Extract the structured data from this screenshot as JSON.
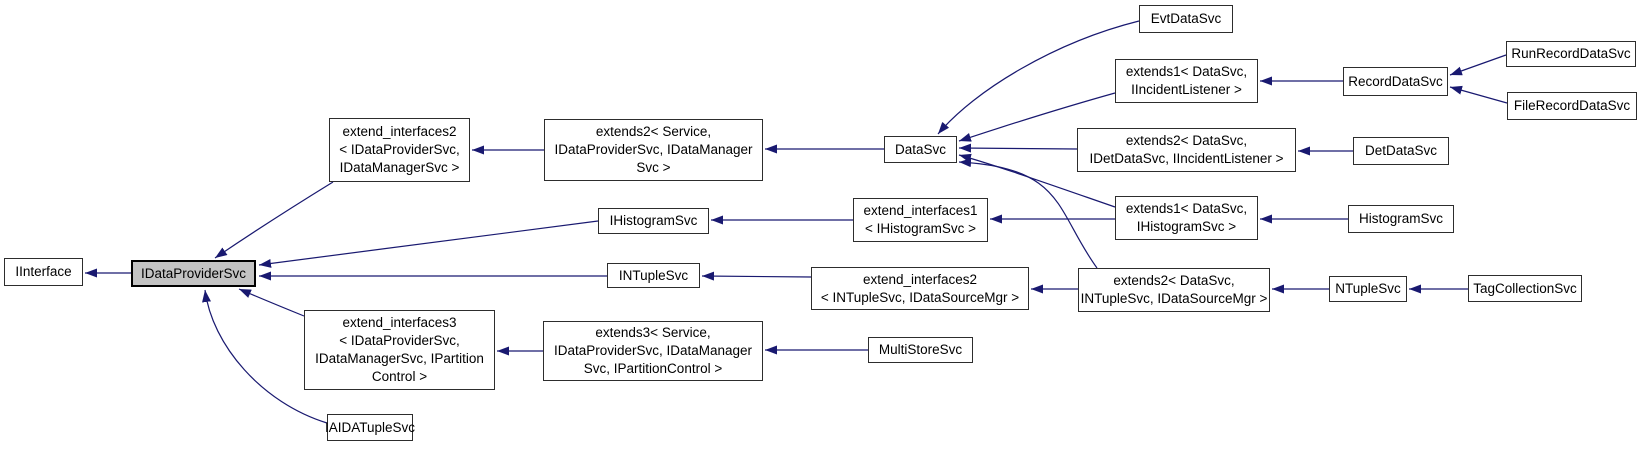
{
  "diagram": {
    "title": "IDataProviderSvc inheritance graph",
    "type": "class-inheritance-diagram",
    "colors": {
      "edge": "#191970",
      "node_fill": "#ffffff",
      "node_border": "#2d2d2d",
      "highlight_fill": "#c3c3c3",
      "text": "#000000",
      "background": "#ffffff"
    },
    "nodes": [
      {
        "id": "iinterface",
        "label": "IInterface"
      },
      {
        "id": "idataprovidersvc",
        "label": "IDataProviderSvc",
        "highlighted": true
      },
      {
        "id": "extendinterfaces2a",
        "label": "extend_interfaces2\n< IDataProviderSvc,\nIDataManagerSvc >"
      },
      {
        "id": "extends2service",
        "label": "extends2< Service,\nIDataProviderSvc, IDataManager\nSvc >"
      },
      {
        "id": "datasvc",
        "label": "DataSvc"
      },
      {
        "id": "evtdatasvc",
        "label": "EvtDataSvc"
      },
      {
        "id": "extends1incident",
        "label": "extends1< DataSvc,\nIIncidentListener >"
      },
      {
        "id": "recorddatasvc",
        "label": "RecordDataSvc"
      },
      {
        "id": "runrecorddatasvc",
        "label": "RunRecordDataSvc"
      },
      {
        "id": "filerecorddatasvc",
        "label": "FileRecordDataSvc"
      },
      {
        "id": "extends2det",
        "label": "extends2< DataSvc,\nIDetDataSvc, IIncidentListener >"
      },
      {
        "id": "detdatasvc",
        "label": "DetDataSvc"
      },
      {
        "id": "extends1histogram",
        "label": "extends1< DataSvc,\nIHistogramSvc >"
      },
      {
        "id": "histogramsvc",
        "label": "HistogramSvc"
      },
      {
        "id": "ihistogramsvc",
        "label": "IHistogramSvc"
      },
      {
        "id": "extendinterfaces1",
        "label": "extend_interfaces1\n< IHistogramSvc >"
      },
      {
        "id": "intuplesvc",
        "label": "INTupleSvc"
      },
      {
        "id": "extendinterfaces2b",
        "label": "extend_interfaces2\n< INTupleSvc, IDataSourceMgr >"
      },
      {
        "id": "extends2ntuple",
        "label": "extends2< DataSvc,\nINTupleSvc, IDataSourceMgr >"
      },
      {
        "id": "ntuplesvc",
        "label": "NTupleSvc"
      },
      {
        "id": "tagcollectionsvc",
        "label": "TagCollectionSvc"
      },
      {
        "id": "extendinterfaces3",
        "label": "extend_interfaces3\n< IDataProviderSvc,\nIDataManagerSvc, IPartition\nControl >"
      },
      {
        "id": "extends3service",
        "label": "extends3< Service,\nIDataProviderSvc, IDataManager\nSvc, IPartitionControl >"
      },
      {
        "id": "multistoresvc",
        "label": "MultiStoreSvc"
      },
      {
        "id": "iaidatuplesvc",
        "label": "IAIDATupleSvc"
      }
    ],
    "edges": [
      {
        "from": "idataprovidersvc",
        "to": "iinterface"
      },
      {
        "from": "extendinterfaces2a",
        "to": "idataprovidersvc"
      },
      {
        "from": "extends2service",
        "to": "extendinterfaces2a"
      },
      {
        "from": "datasvc",
        "to": "extends2service"
      },
      {
        "from": "evtdatasvc",
        "to": "datasvc"
      },
      {
        "from": "extends1incident",
        "to": "datasvc"
      },
      {
        "from": "recorddatasvc",
        "to": "extends1incident"
      },
      {
        "from": "runrecorddatasvc",
        "to": "recorddatasvc"
      },
      {
        "from": "filerecorddatasvc",
        "to": "recorddatasvc"
      },
      {
        "from": "extends2det",
        "to": "datasvc"
      },
      {
        "from": "detdatasvc",
        "to": "extends2det"
      },
      {
        "from": "extends1histogram",
        "to": "datasvc"
      },
      {
        "from": "histogramsvc",
        "to": "extends1histogram"
      },
      {
        "from": "extends1histogram",
        "to": "extendinterfaces1"
      },
      {
        "from": "extendinterfaces1",
        "to": "ihistogramsvc"
      },
      {
        "from": "ihistogramsvc",
        "to": "idataprovidersvc"
      },
      {
        "from": "extends2ntuple",
        "to": "datasvc"
      },
      {
        "from": "ntuplesvc",
        "to": "extends2ntuple"
      },
      {
        "from": "tagcollectionsvc",
        "to": "ntuplesvc"
      },
      {
        "from": "extends2ntuple",
        "to": "extendinterfaces2b"
      },
      {
        "from": "extendinterfaces2b",
        "to": "intuplesvc"
      },
      {
        "from": "intuplesvc",
        "to": "idataprovidersvc"
      },
      {
        "from": "extendinterfaces3",
        "to": "idataprovidersvc"
      },
      {
        "from": "extends3service",
        "to": "extendinterfaces3"
      },
      {
        "from": "multistoresvc",
        "to": "extends3service"
      },
      {
        "from": "iaidatuplesvc",
        "to": "idataprovidersvc"
      }
    ]
  }
}
